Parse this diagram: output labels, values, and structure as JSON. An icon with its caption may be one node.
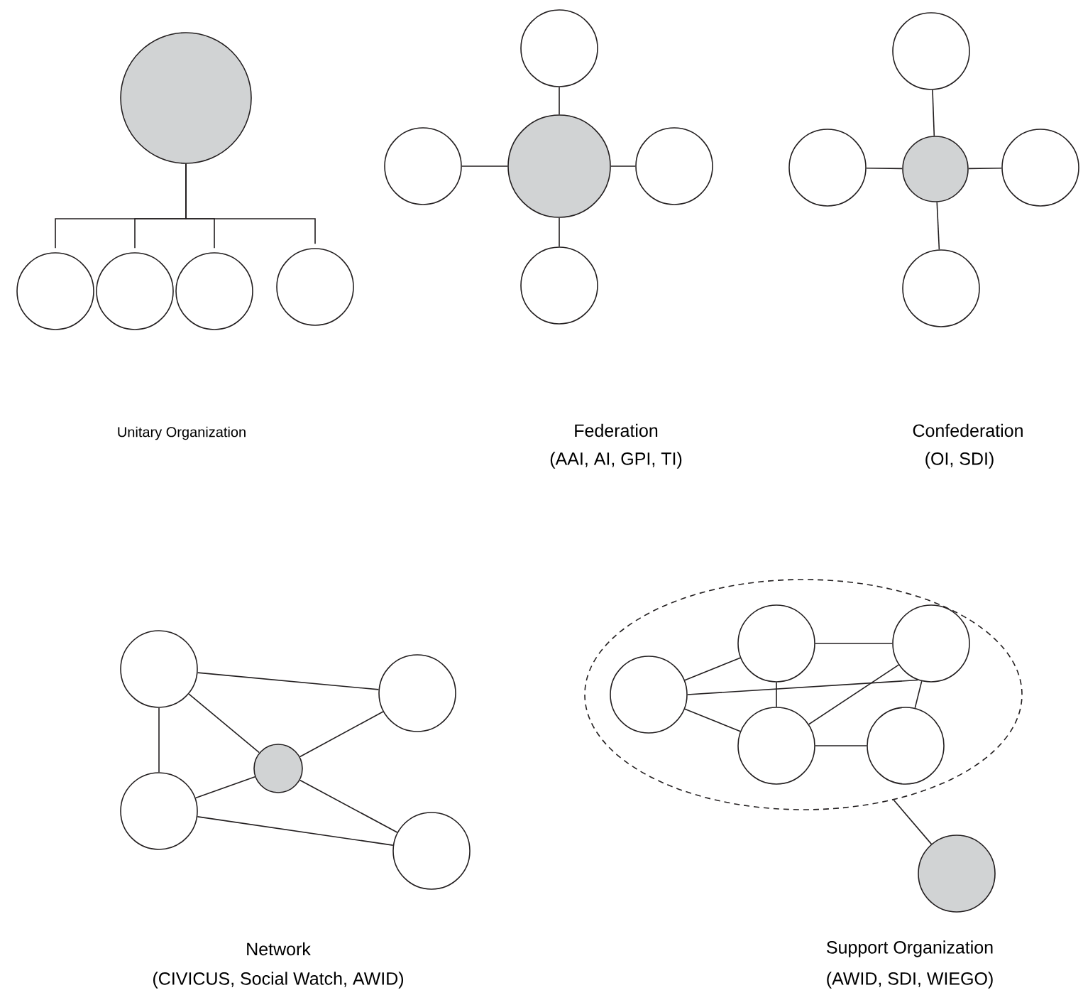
{
  "diagram": {
    "nodes": [
      {
        "text": [],
        "shape": "circle"
      },
      {
        "text": [],
        "shape": "circle"
      },
      {
        "text": [],
        "shape": "circle"
      },
      {
        "text": [],
        "shape": "circle"
      },
      {
        "text": [],
        "shape": "circle"
      },
      {
        "text": [],
        "shape": "circle"
      },
      {
        "text": [],
        "shape": "circle"
      },
      {
        "text": [],
        "shape": "circle"
      },
      {
        "text": [],
        "shape": "circle"
      },
      {
        "text": [],
        "shape": "circle"
      },
      {
        "text": [],
        "shape": "circle"
      },
      {
        "text": [],
        "shape": "circle"
      },
      {
        "text": [],
        "shape": "circle"
      },
      {
        "text": [],
        "shape": "circle"
      },
      {
        "text": [],
        "shape": "circle"
      },
      {
        "text": [],
        "shape": "circle"
      },
      {
        "text": [],
        "shape": "circle"
      },
      {
        "text": [],
        "shape": "circle"
      },
      {
        "text": [],
        "shape": "circle"
      },
      {
        "text": [],
        "shape": "circle"
      },
      {
        "text": [],
        "shape": "ellipse"
      },
      {
        "text": [],
        "shape": "circle",
        "in": 20
      },
      {
        "text": [],
        "shape": "circle",
        "in": 20
      },
      {
        "text": [],
        "shape": "circle",
        "in": 20
      },
      {
        "text": [],
        "shape": "circle",
        "in": 20
      },
      {
        "text": [],
        "shape": "circle",
        "in": 20
      },
      {
        "text": [],
        "shape": "circle"
      }
    ],
    "edges": [
      {
        "from": 0,
        "to": 1,
        "arrow": "none"
      },
      {
        "from": 0,
        "to": 2,
        "arrow": "none"
      },
      {
        "from": 0,
        "to": 3,
        "arrow": "none"
      },
      {
        "from": 0,
        "to": 4,
        "arrow": "none"
      },
      {
        "from": 7,
        "to": 5,
        "arrow": "none"
      },
      {
        "from": 7,
        "to": 6,
        "arrow": "none"
      },
      {
        "from": 7,
        "to": 8,
        "arrow": "none"
      },
      {
        "from": 7,
        "to": 9,
        "arrow": "none"
      },
      {
        "from": 12,
        "to": 10,
        "arrow": "none"
      },
      {
        "from": 12,
        "to": 11,
        "arrow": "none"
      },
      {
        "from": 12,
        "to": 13,
        "arrow": "none"
      },
      {
        "from": 12,
        "to": 14,
        "arrow": "none"
      },
      {
        "from": 15,
        "to": 16,
        "arrow": "none"
      },
      {
        "from": 15,
        "to": 17,
        "arrow": "none"
      },
      {
        "from": 16,
        "to": 17,
        "arrow": "none"
      },
      {
        "from": 15,
        "to": 18,
        "arrow": "none"
      },
      {
        "from": 18,
        "to": 17,
        "arrow": "none"
      },
      {
        "from": 17,
        "to": 19,
        "arrow": "none"
      },
      {
        "from": 18,
        "to": 19,
        "arrow": "none"
      },
      {
        "from": 23,
        "to": 21,
        "arrow": "none"
      },
      {
        "from": 23,
        "to": 22,
        "arrow": "none"
      },
      {
        "from": 23,
        "to": 24,
        "arrow": "none"
      },
      {
        "from": 21,
        "to": 22,
        "arrow": "none"
      },
      {
        "from": 21,
        "to": 24,
        "arrow": "none"
      },
      {
        "from": 24,
        "to": 22,
        "arrow": "none"
      },
      {
        "from": 24,
        "to": 25,
        "arrow": "none"
      },
      {
        "from": 22,
        "to": 25,
        "arrow": "none"
      },
      {
        "from": 20,
        "to": 26,
        "arrow": "none"
      }
    ],
    "labels": [
      "Unitary Organization",
      "Federation",
      "(AAI, AI, GPI, TI)",
      "Confederation",
      "(OI, SDI)",
      "Network",
      "(CIVICUS, Social Watch, AWID)",
      "Support Organization",
      "(AWID, SDI, WIEGO)"
    ]
  }
}
